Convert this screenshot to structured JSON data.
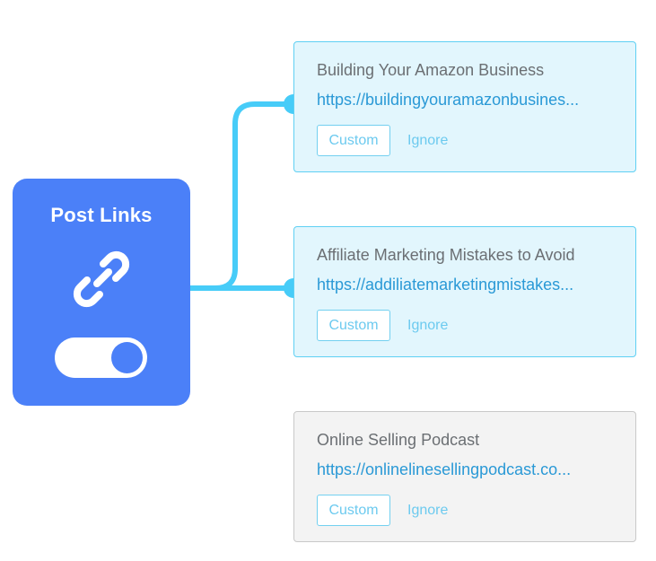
{
  "node": {
    "title": "Post Links",
    "icon": "link-icon",
    "toggle_state": "on",
    "color": "#4b80f8"
  },
  "connector_color": "#47ccf8",
  "cards": [
    {
      "title": "Building Your Amazon Business",
      "url": "https://buildingyouramazonbusines...",
      "custom_label": "Custom",
      "ignore_label": "Ignore",
      "connected": true
    },
    {
      "title": "Affiliate Marketing Mistakes to Avoid",
      "url": "https://addiliatemarketingmistakes...",
      "custom_label": "Custom",
      "ignore_label": "Ignore",
      "connected": true
    },
    {
      "title": "Online Selling Podcast",
      "url": "https://onlinelinesellingpodcast.co...",
      "custom_label": "Custom",
      "ignore_label": "Ignore",
      "connected": false
    }
  ]
}
